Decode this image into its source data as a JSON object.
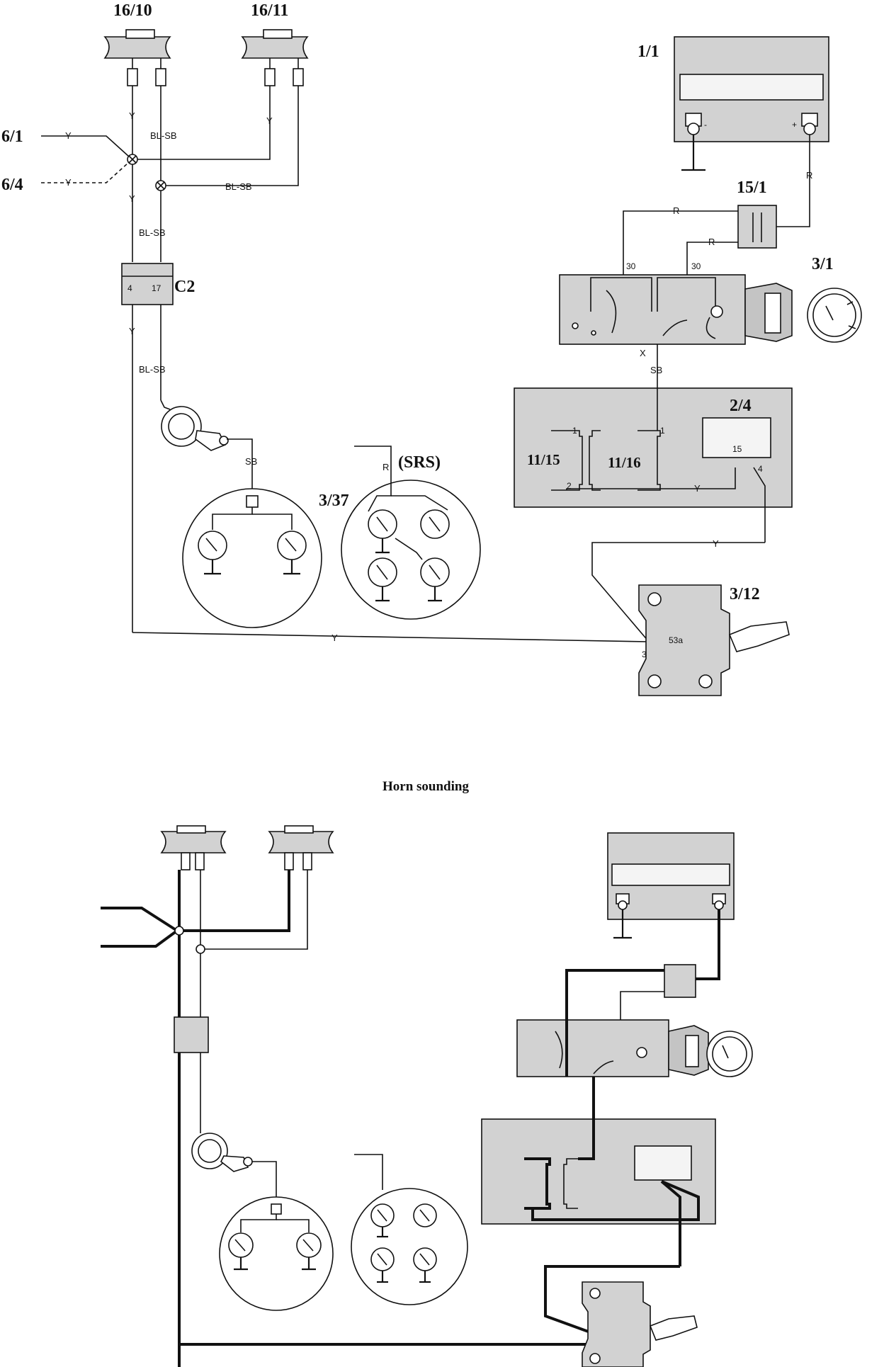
{
  "components": {
    "horn_left": "16/10",
    "horn_right": "16/11",
    "splice_a": "6/1",
    "splice_b": "6/4",
    "battery": "1/1",
    "fuse": "15/1",
    "ignition_switch": "3/1",
    "connector": "C2",
    "relay_box": "2/4",
    "relay_a": "11/15",
    "relay_b": "11/16",
    "horn_switch": "3/12",
    "srs_contact": "3/37",
    "srs_label": "(SRS)"
  },
  "wires": {
    "yellow": "Y",
    "blue_black": "BL-SB",
    "red": "R",
    "black": "SB",
    "x": "X"
  },
  "pins": {
    "c2_left": "4",
    "c2_right": "17",
    "ign_30a": "30",
    "ign_30b": "30",
    "relay_a_top": "1",
    "relay_a_bottom": "2",
    "relay_b_top": "1",
    "relay_box_15": "15",
    "relay_box_4": "4",
    "switch_3": "3",
    "switch_53a": "53a",
    "batt_minus": "-",
    "batt_plus": "+"
  },
  "section_title": "Horn sounding"
}
